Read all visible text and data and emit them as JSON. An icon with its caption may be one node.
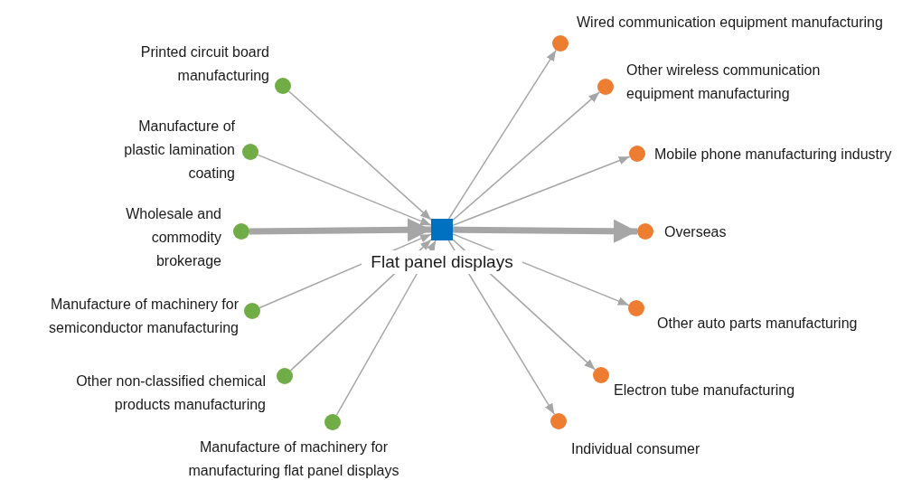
{
  "diagram": {
    "nodes": [
      {
        "text": [],
        "shape": "box",
        "beside": [
          "Flat panel displays"
        ]
      },
      {
        "text": [],
        "shape": "circle",
        "beside": [
          "Printed circuit board manufacturing"
        ]
      },
      {
        "text": [],
        "shape": "circle",
        "beside": [
          "Manufacture of plastic lamination coating"
        ]
      },
      {
        "text": [],
        "shape": "circle",
        "beside": [
          "Wholesale and commodity brokerage"
        ]
      },
      {
        "text": [],
        "shape": "circle",
        "beside": [
          "Manufacture of machinery for semiconductor manufacturing"
        ]
      },
      {
        "text": [],
        "shape": "circle",
        "beside": [
          "Other non-classified chemical products manufacturing"
        ]
      },
      {
        "text": [],
        "shape": "circle",
        "beside": [
          "Manufacture of machinery for manufacturing flat panel displays"
        ]
      },
      {
        "text": [],
        "shape": "circle",
        "beside": [
          "Wired communication equipment manufacturing"
        ]
      },
      {
        "text": [],
        "shape": "circle",
        "beside": [
          "Other wireless communication equipment manufacturing"
        ]
      },
      {
        "text": [],
        "shape": "circle",
        "beside": [
          "Mobile phone manufacturing industry"
        ]
      },
      {
        "text": [],
        "shape": "circle",
        "beside": [
          "Overseas"
        ]
      },
      {
        "text": [],
        "shape": "circle",
        "beside": [
          "Other auto parts manufacturing"
        ]
      },
      {
        "text": [],
        "shape": "circle",
        "beside": [
          "Electron tube manufacturing"
        ]
      },
      {
        "text": [],
        "shape": "circle",
        "beside": [
          "Individual consumer"
        ]
      }
    ],
    "edges": [
      {
        "from": 1,
        "to": 0,
        "arrow": "to"
      },
      {
        "from": 2,
        "to": 0,
        "arrow": "to"
      },
      {
        "from": 3,
        "to": 0,
        "arrow": "to",
        "style": "thick"
      },
      {
        "from": 4,
        "to": 0,
        "arrow": "to"
      },
      {
        "from": 5,
        "to": 0,
        "arrow": "to"
      },
      {
        "from": 6,
        "to": 0,
        "arrow": "to"
      },
      {
        "from": 0,
        "to": 7,
        "arrow": "to"
      },
      {
        "from": 0,
        "to": 8,
        "arrow": "to"
      },
      {
        "from": 0,
        "to": 9,
        "arrow": "to"
      },
      {
        "from": 0,
        "to": 10,
        "arrow": "to",
        "style": "thick"
      },
      {
        "from": 0,
        "to": 11,
        "arrow": "to"
      },
      {
        "from": 0,
        "to": 12,
        "arrow": "to"
      },
      {
        "from": 0,
        "to": 13,
        "arrow": "to"
      }
    ]
  }
}
